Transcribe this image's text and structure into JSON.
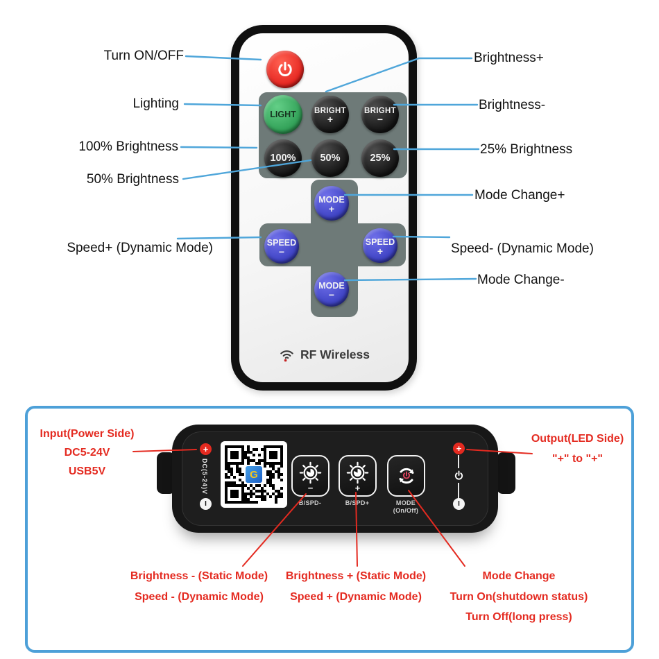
{
  "colors": {
    "callout_line_blue": "#4fa6da",
    "callout_red": "#e42a20",
    "callout_text_black": "#121212",
    "panel_border_blue": "#4da0d8",
    "remote_pad_gray": "#6e7a78",
    "button_green": "#2f9e55",
    "button_blue": "#3a3fc0",
    "power_button_red": "#e31f1b"
  },
  "remote_section": {
    "left_labels": [
      {
        "text": "Turn ON/OFF"
      },
      {
        "text": "Lighting"
      },
      {
        "text": "100% Brightness"
      },
      {
        "text": "50% Brightness"
      },
      {
        "text": "Speed+ (Dynamic Mode)"
      }
    ],
    "right_labels": [
      {
        "text": "Brightness+"
      },
      {
        "text": "Brightness-"
      },
      {
        "text": "25% Brightness"
      },
      {
        "text": "Mode Change+"
      },
      {
        "text": "Speed- (Dynamic Mode)"
      },
      {
        "text": "Mode Change-"
      }
    ],
    "remote": {
      "btn_light": "LIGHT",
      "btn_bright_plus": {
        "line1": "BRIGHT",
        "line2": "+"
      },
      "btn_bright_minus": {
        "line1": "BRIGHT",
        "line2": "−"
      },
      "btn_100": "100%",
      "btn_50": "50%",
      "btn_25": "25%",
      "btn_mode_plus": {
        "line1": "MODE",
        "line2": "+"
      },
      "btn_speed_minus": {
        "line1": "SPEED",
        "line2": "−"
      },
      "btn_speed_plus": {
        "line1": "SPEED",
        "line2": "+"
      },
      "btn_mode_minus": {
        "line1": "MODE",
        "line2": "−"
      },
      "brand": "RF Wireless"
    }
  },
  "controller_section": {
    "input_labels": [
      {
        "text": "Input(Power Side)"
      },
      {
        "text": "DC5-24V"
      },
      {
        "text": "USB5V"
      }
    ],
    "output_labels": [
      {
        "text": "Output(LED Side)"
      },
      {
        "text": "\"+\" to \"+\""
      }
    ],
    "controller": {
      "plus_mark": "+",
      "minus_mark": "I",
      "dc_rating": "DC(5-24)V",
      "qr_logo_letter": "G",
      "buttons": [
        {
          "glyph": "−",
          "label": "B/SPD-"
        },
        {
          "glyph": "+",
          "label": "B/SPD+"
        },
        {
          "label_line1": "MODE",
          "label_line2": "(On/Off)"
        }
      ]
    },
    "callouts": [
      {
        "lines": [
          "Brightness - (Static Mode)",
          "Speed - (Dynamic Mode)"
        ]
      },
      {
        "lines": [
          "Brightness + (Static Mode)",
          "Speed + (Dynamic Mode)"
        ]
      },
      {
        "lines": [
          "Mode Change",
          "Turn On(shutdown status)",
          "Turn Off(long press)"
        ]
      }
    ]
  }
}
